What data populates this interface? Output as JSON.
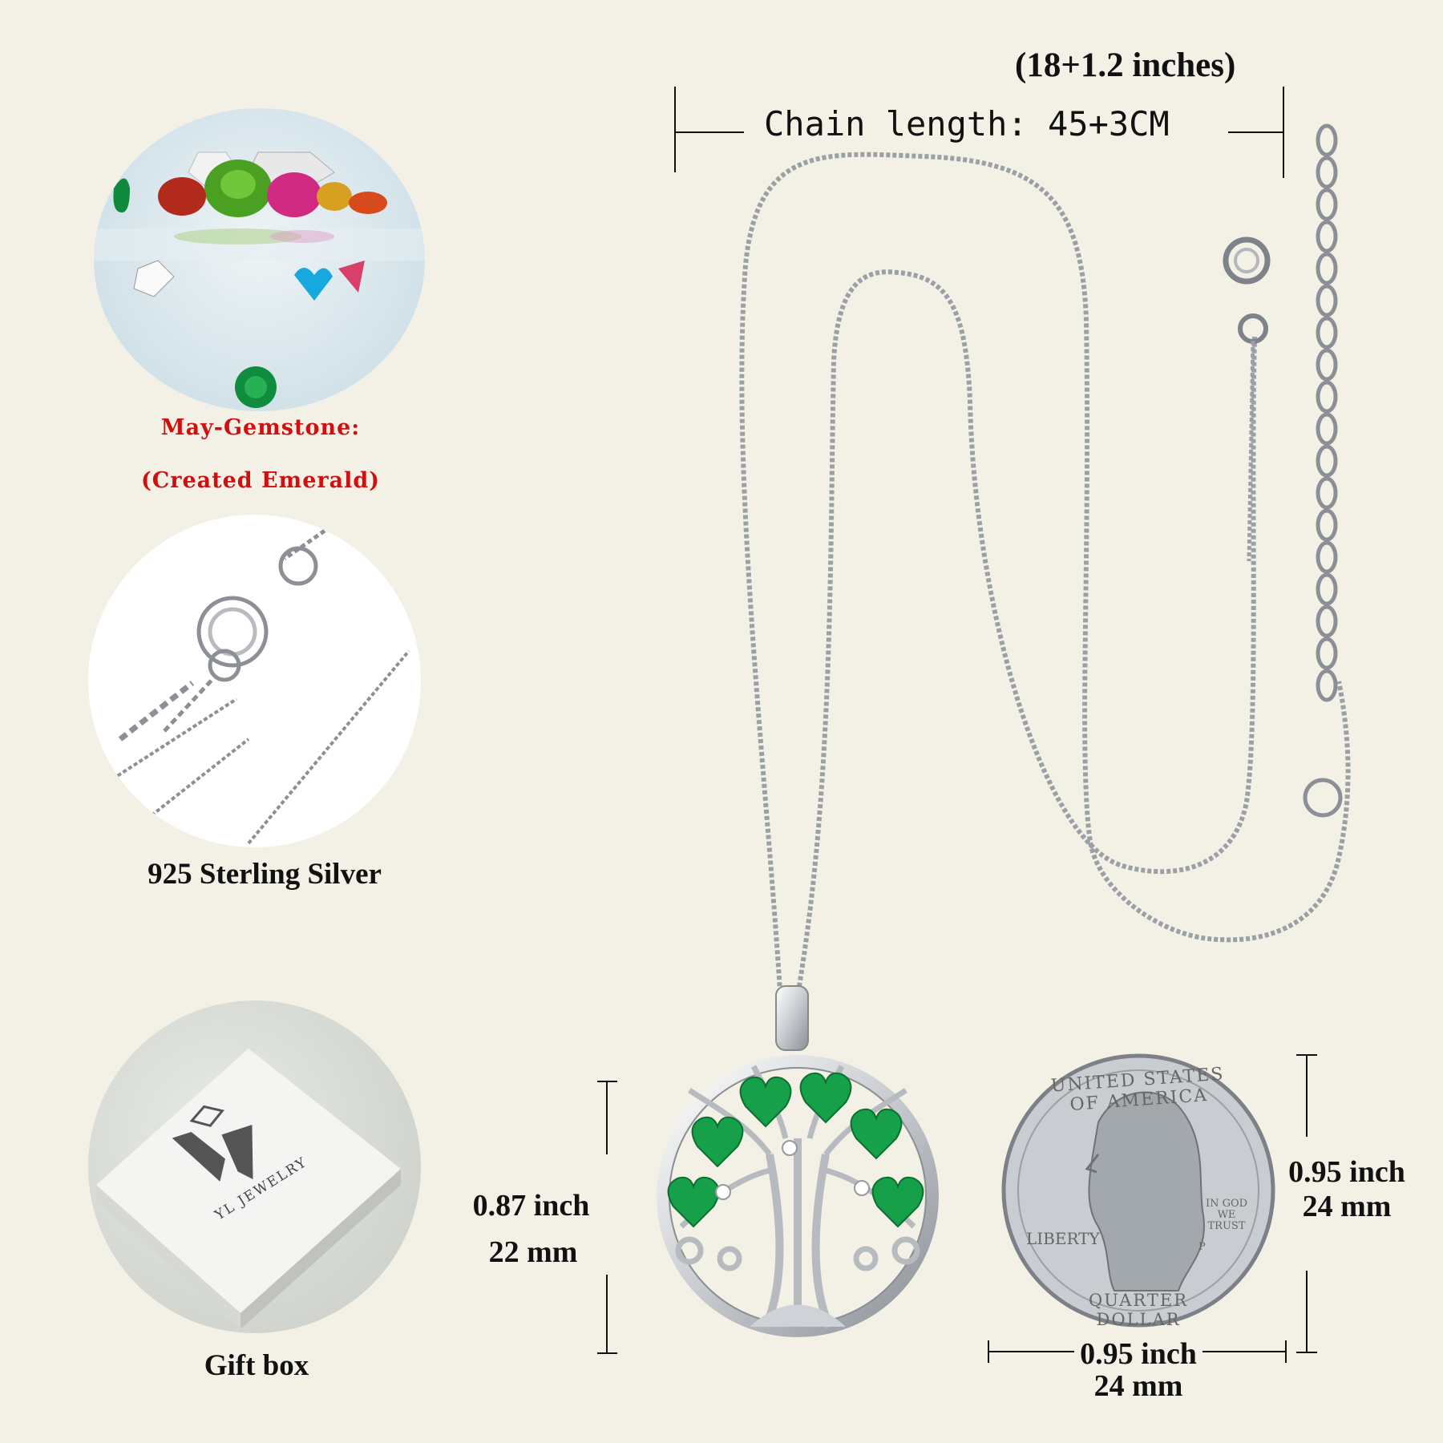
{
  "left_panel": {
    "gemstone": {
      "label": "May-Gemstone:",
      "sublabel": "(Created Emerald)",
      "label_color": "#d01010"
    },
    "silver": {
      "label": "925 Sterling Silver"
    },
    "giftbox": {
      "label": "Gift box",
      "brand": "YL JEWELRY"
    }
  },
  "chain": {
    "inches": "(18+1.2 inches)",
    "length": "Chain length: 45+3CM"
  },
  "pendant": {
    "inch": "0.87 inch",
    "mm": "22 mm"
  },
  "coin": {
    "height_inch": "0.95 inch",
    "height_mm": "24 mm",
    "width_inch": "0.95 inch",
    "width_mm": "24 mm",
    "rim_text": "UNITED STATES OF AMERICA",
    "liberty": "LIBERTY",
    "motto": "IN GOD WE TRUST",
    "denomination": "QUARTER DOLLAR",
    "mint": "P"
  },
  "colors": {
    "background": "#f3f1e6",
    "emerald": "#17a04a",
    "silver": "#c9ccd0"
  }
}
